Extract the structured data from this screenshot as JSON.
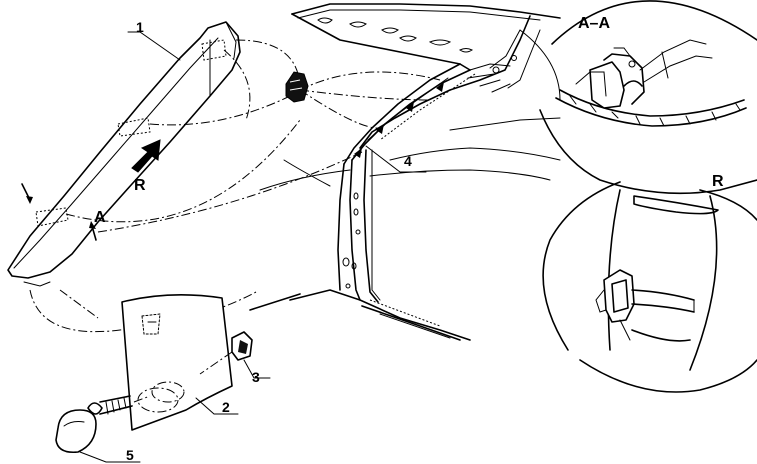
{
  "part_labels": {
    "trim_panel": "1",
    "bracket_panel": "2",
    "clip": "3",
    "pillar_marker": "4",
    "cap": "5"
  },
  "section_labels": {
    "section_a": "A",
    "section_aa": "A–A",
    "view_r": "R",
    "view_r_detail": "R"
  }
}
